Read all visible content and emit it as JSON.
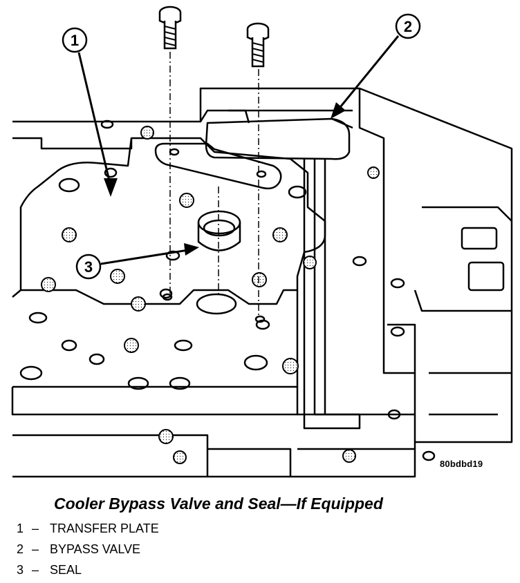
{
  "figure": {
    "id_label": "80bdbd19",
    "caption": "Cooler Bypass Valve and Seal—If Equipped",
    "callouts": [
      {
        "number": "1",
        "dash": "–",
        "label": "TRANSFER PLATE"
      },
      {
        "number": "2",
        "dash": "–",
        "label": "BYPASS VALVE"
      },
      {
        "number": "3",
        "dash": "–",
        "label": "SEAL"
      }
    ]
  }
}
